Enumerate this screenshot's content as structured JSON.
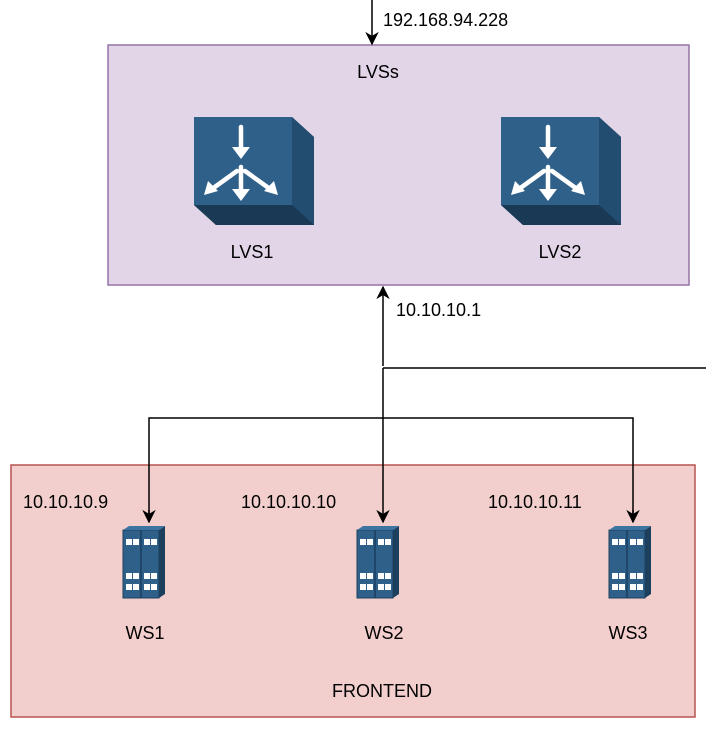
{
  "external_ip": "192.168.94.228",
  "lvs_group": {
    "label": "LVSs",
    "fill": "#e1d5e7",
    "stroke": "#9673a6",
    "nodes": [
      {
        "label": "LVS1",
        "icon": "load-balancer-icon"
      },
      {
        "label": "LVS2",
        "icon": "load-balancer-icon"
      }
    ]
  },
  "internal_gateway_ip": "10.10.10.1",
  "frontend_group": {
    "label": "FRONTEND",
    "fill": "#f2cfcc",
    "stroke": "#b85450",
    "servers": [
      {
        "label": "WS1",
        "ip": "10.10.10.9",
        "icon": "server-icon"
      },
      {
        "label": "WS2",
        "ip": "10.10.10.10",
        "icon": "server-icon"
      },
      {
        "label": "WS3",
        "ip": "10.10.10.11",
        "icon": "server-icon"
      }
    ]
  },
  "icon_color": "#2f6089",
  "icon_dark": "#1c3f5e"
}
